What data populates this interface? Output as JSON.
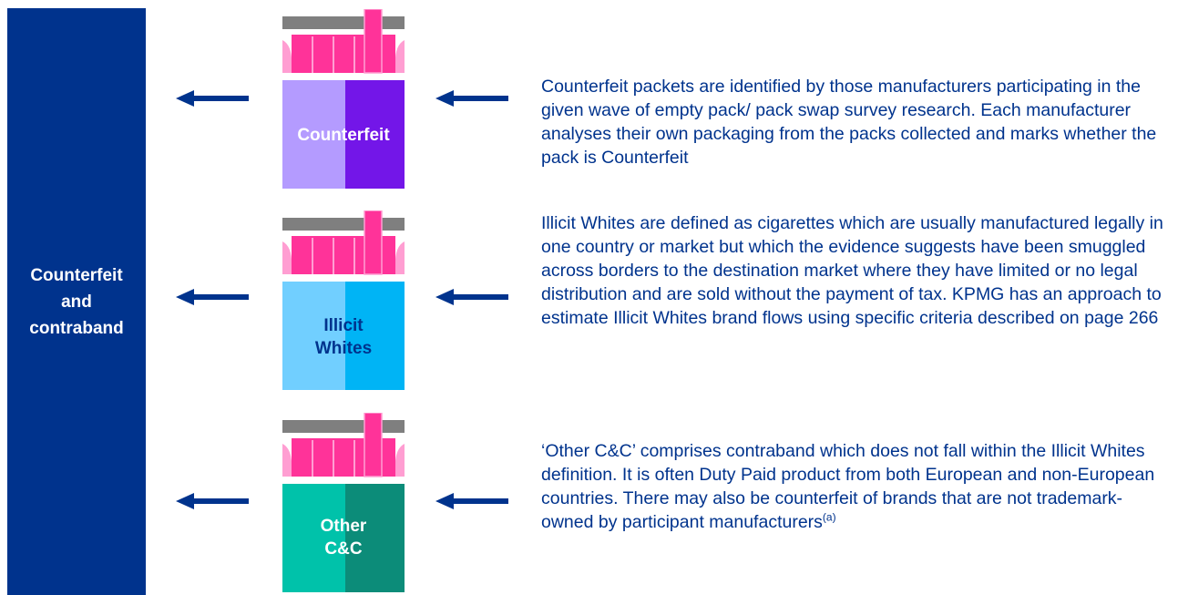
{
  "left_bar": {
    "label_lines": [
      "Counterfeit",
      "and",
      "contraband"
    ]
  },
  "rows": [
    {
      "pack_label_lines": [
        "Counterfeit"
      ],
      "pack_label_color": "#FFFFFF",
      "pack_colors": {
        "left": "#B49BFF",
        "right": "#7316E8"
      },
      "description": "Counterfeit packets are identified by those manufacturers participating in the given wave of empty pack/ pack swap survey research. Each manufacturer analyses their own packaging from the packs collected and marks whether the pack is Counterfeit",
      "description_sup": ""
    },
    {
      "pack_label_lines": [
        "Illicit",
        "Whites"
      ],
      "pack_label_color": "#00338D",
      "pack_colors": {
        "left": "#71CFFF",
        "right": "#00B4F5"
      },
      "description": "Illicit Whites are defined as cigarettes which are usually manufactured legally in one country or market but which the evidence suggests have been smuggled across borders to the destination market where they have limited or no legal distribution and are sold without the payment of tax. KPMG has an approach to estimate Illicit Whites brand flows using specific criteria described on page 266",
      "description_sup": ""
    },
    {
      "pack_label_lines": [
        "Other",
        "C&C"
      ],
      "pack_label_color": "#FFFFFF",
      "pack_colors": {
        "left": "#00C2AA",
        "right": "#0C8C79"
      },
      "description": "‘Other C&C’ comprises contraband which does not fall within the Illicit Whites definition. It is often Duty Paid product from both European and non-European countries. There may also be counterfeit of brands that are not trademark-owned by participant manufacturers",
      "description_sup": "(a)"
    }
  ],
  "colors": {
    "navy": "#00338D",
    "pink": "#FF3399",
    "pink_light": "#FF9ED2",
    "grey": "#7F7F7F"
  }
}
